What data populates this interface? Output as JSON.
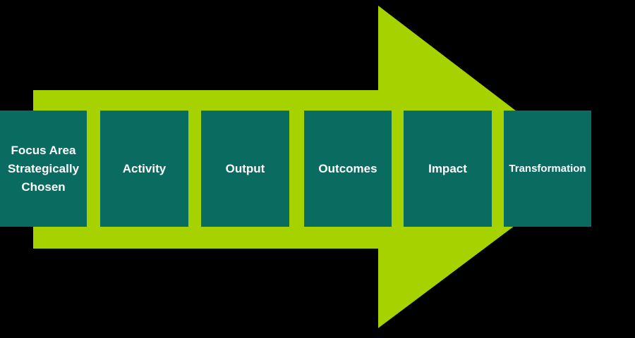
{
  "diagram": {
    "type": "process-arrow-flow",
    "direction": "right",
    "background_color": "#000000",
    "arrow": {
      "color": "#a6d200",
      "shape": "right-arrow"
    },
    "box": {
      "fill_color": "#0a6b60",
      "text_color": "#ffffff"
    },
    "stages": [
      {
        "label": "Focus Area\nStrategically\nChosen"
      },
      {
        "label": "Activity"
      },
      {
        "label": "Output"
      },
      {
        "label": "Outcomes"
      },
      {
        "label": "Impact"
      },
      {
        "label": "Transformation"
      }
    ]
  }
}
